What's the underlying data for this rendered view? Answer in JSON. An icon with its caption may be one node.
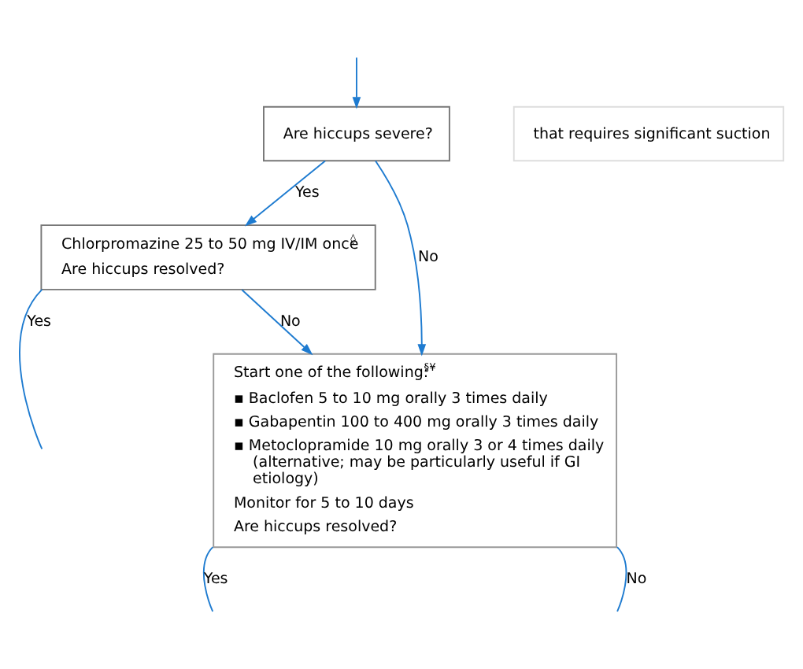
{
  "diagram": {
    "nodes": [
      {
        "text": [
          "Are hiccups severe?"
        ]
      },
      {
        "text": [
          "Chlorpromazine 25 to 50 mg IV/IM once$^{◊}$",
          "Are hiccups resolved?"
        ]
      },
      {
        "text": [
          "Start one of the following:$^{§¥}$",
          "▪ Baclofen 5 to 10 mg orally 3 times daily",
          "▪ Gabapentin 100 to 400 mg orally 3 times daily",
          "▪ Metoclopramide 10 mg orally 3 or 4 times daily (alternative; may be particularly useful if GI etiology)",
          "Monitor for 5 to 10 days",
          "Are hiccups resolved?"
        ]
      },
      {
        "text": [
          "that requires significant suction"
        ]
      }
    ],
    "edges": [
      {
        "from": null,
        "to": 0,
        "arrow": "to"
      },
      {
        "from": 0,
        "to": 1,
        "arrow": "to",
        "label": "Yes"
      },
      {
        "from": 0,
        "to": 2,
        "arrow": "to",
        "label": "No"
      },
      {
        "from": 1,
        "to": null,
        "arrow": "none",
        "label": "Yes"
      },
      {
        "from": 1,
        "to": 2,
        "arrow": "to",
        "label": "No"
      },
      {
        "from": 2,
        "to": null,
        "arrow": "none",
        "label": "Yes"
      },
      {
        "from": 2,
        "to": null,
        "arrow": "none",
        "label": "No"
      }
    ]
  }
}
